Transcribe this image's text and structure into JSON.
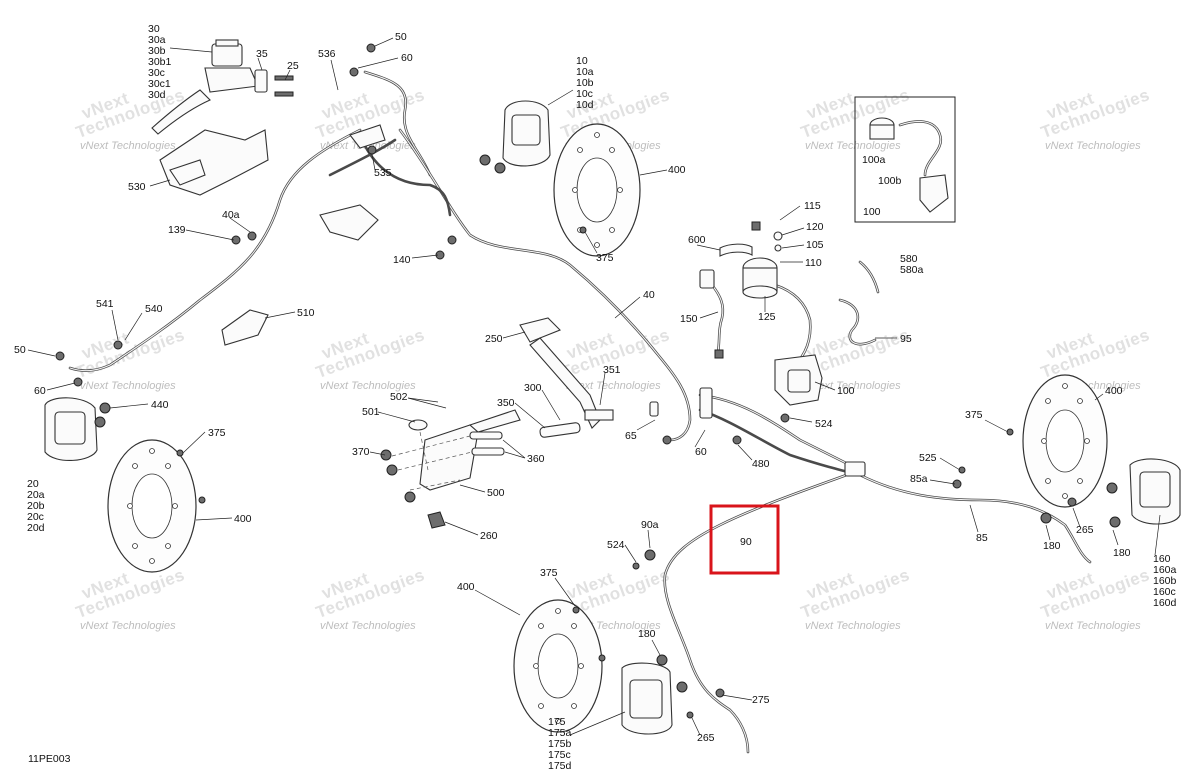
{
  "diagram_code": "11PE003",
  "watermark": {
    "line1": "vNext",
    "line2": "Technologies",
    "line3": "vNext Technologies"
  },
  "highlight": {
    "label": "90",
    "color": "#d9141b"
  },
  "callouts": {
    "c30": [
      "30",
      "30a",
      "30b",
      "30b1",
      "30c",
      "30c1",
      "30d"
    ],
    "c35": "35",
    "c25": "25",
    "c530": "530",
    "c536": "536",
    "c50_top": "50",
    "c60_top": "60",
    "c535": "535",
    "c10": [
      "10",
      "10a",
      "10b",
      "10c",
      "10d"
    ],
    "c400_top": "400",
    "c375_top": "375",
    "c100a": "100a",
    "c100b": "100b",
    "c100": "100",
    "c139": "139",
    "c40a": "40a",
    "c140": "140",
    "c115": "115",
    "c120": "120",
    "c105": "105",
    "c110": "110",
    "c600": "600",
    "c580": [
      "580",
      "580a"
    ],
    "c125": "125",
    "c150": "150",
    "c95": "95",
    "c100_mid": "100",
    "c40": "40",
    "c541": "541",
    "c540": "540",
    "c510": "510",
    "c50_left": "50",
    "c60_left": "60",
    "c440": "440",
    "c375_left": "375",
    "c20": [
      "20",
      "20a",
      "20b",
      "20c",
      "20d"
    ],
    "c400_left": "400",
    "c250": "250",
    "c351": "351",
    "c300": "300",
    "c350": "350",
    "c502": "502",
    "c501": "501",
    "c370": "370",
    "c360": "360",
    "c500": "500",
    "c260": "260",
    "c65": "65",
    "c60_mid": "60",
    "c480": "480",
    "c524_right": "524",
    "c375_right": "375",
    "c400_right": "400",
    "c525": "525",
    "c85a": "85a",
    "c85": "85",
    "c265_right": "265",
    "c180_right1": "180",
    "c180_right2": "180",
    "c160": [
      "160",
      "160a",
      "160b",
      "160c",
      "160d"
    ],
    "c90a": "90a",
    "c524_bottom": "524",
    "c375_bottom": "375",
    "c400_bottom": "400",
    "c180_bottom": "180",
    "c275": "275",
    "c265_bottom": "265",
    "c175": [
      "175",
      "175a",
      "175b",
      "175c",
      "175d"
    ]
  }
}
